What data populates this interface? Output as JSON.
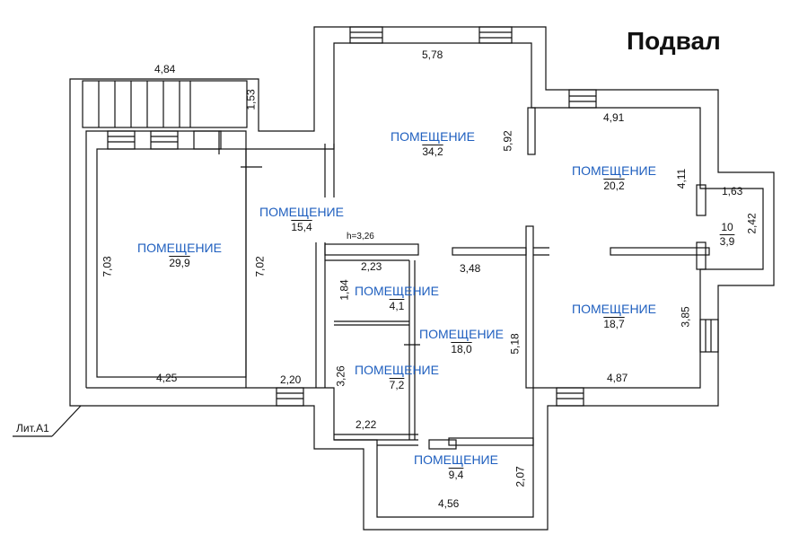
{
  "title": "Подвал",
  "lit_label": "Лит.А1",
  "height_note": "h=3,26",
  "rooms": [
    {
      "name": "ПОМЕЩЕНИЕ",
      "area": "29,9"
    },
    {
      "name": "ПОМЕЩЕНИЕ",
      "area": "15,4"
    },
    {
      "name": "ПОМЕЩЕНИЕ",
      "area": "34,2"
    },
    {
      "name": "ПОМЕЩЕНИЕ",
      "area": "20,2"
    },
    {
      "name": "ПОМЕЩЕНИЕ",
      "area": "4,1"
    },
    {
      "name": "ПОМЕЩЕНИЕ",
      "area": "7,2"
    },
    {
      "name": "ПОМЕЩЕНИЕ",
      "area": "18,0"
    },
    {
      "name": "ПОМЕЩЕНИЕ",
      "area": "18,7"
    },
    {
      "name": "ПОМЕЩЕНИЕ",
      "area": "9,4"
    },
    {
      "name": "10",
      "area": "3,9"
    }
  ],
  "dimensions": {
    "d_4_84": "4,84",
    "d_1_53": "1,53",
    "d_5_78": "5,78",
    "d_4_91": "4,91",
    "d_5_92": "5,92",
    "d_4_11": "4,11",
    "d_1_63": "1,63",
    "d_2_42": "2,42",
    "d_7_03": "7,03",
    "d_7_02": "7,02",
    "d_4_25": "4,25",
    "d_2_20": "2,20",
    "d_2_23": "2,23",
    "d_1_84": "1,84",
    "d_3_48": "3,48",
    "d_3_26": "3,26",
    "d_2_22": "2,22",
    "d_5_18": "5,18",
    "d_3_85": "3,85",
    "d_4_87": "4,87",
    "d_2_07": "2,07",
    "d_4_56": "4,56"
  }
}
